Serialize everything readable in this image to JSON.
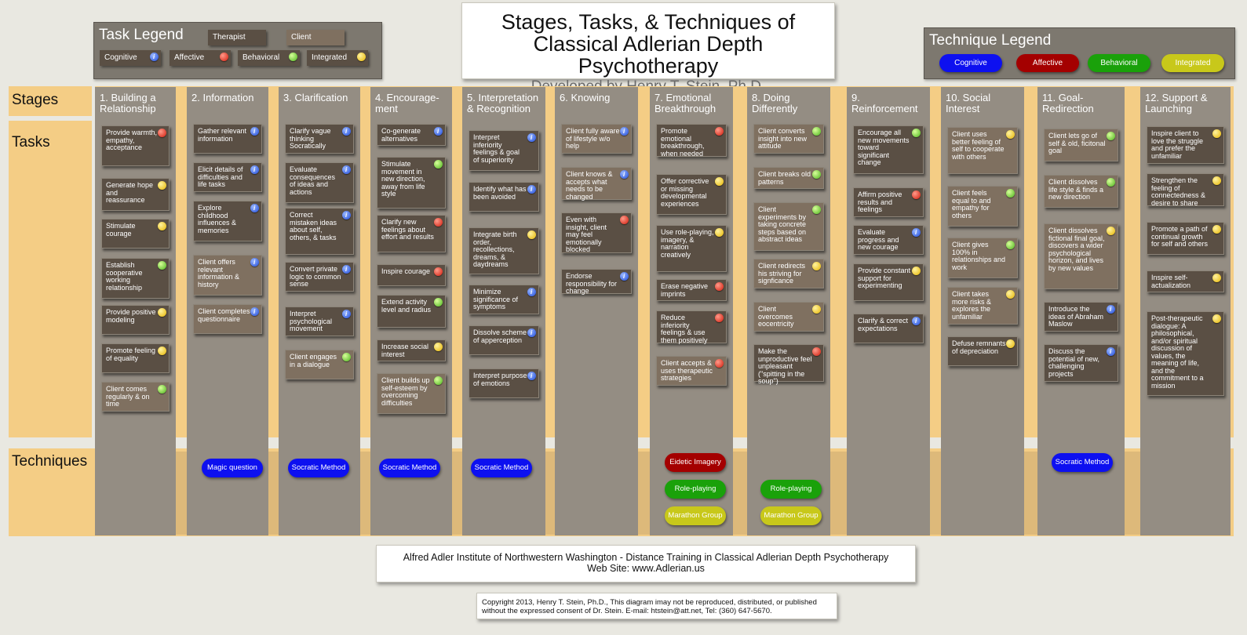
{
  "title": {
    "line1": "Stages, Tasks, & Techniques of",
    "line2": "Classical Adlerian Depth Psychotherapy",
    "subtitle": "Developed by Henry T. Stein, Ph.D."
  },
  "task_legend": {
    "title": "Task Legend",
    "therapist": "Therapist",
    "client": "Client",
    "cognitive": "Cognitive",
    "affective": "Affective",
    "behavioral": "Behavioral",
    "integrated": "Integrated"
  },
  "technique_legend": {
    "title": "Technique Legend",
    "cognitive": "Cognitive",
    "affective": "Affective",
    "behavioral": "Behavioral",
    "integrated": "Integrated"
  },
  "colors": {
    "cognitive": "#0d10f0",
    "affective": "#a40000",
    "behavioral": "#1aa10a",
    "integrated": "#c8c81a",
    "therapist_task": "#5a4f44",
    "client_task": "#7f7060",
    "column": "#948d83",
    "band": "#f4cd85"
  },
  "labels": {
    "stages": "Stages",
    "tasks": "Tasks",
    "techniques": "Techniques"
  },
  "stages": [
    {
      "title": "1. Building a Relationship",
      "tasks": [
        {
          "text": "Provide warmth, empathy, acceptance",
          "who": "therapist",
          "type": "aff"
        },
        {
          "text": "Generate hope and reassurance",
          "who": "therapist",
          "type": "int"
        },
        {
          "text": "Stimulate courage",
          "who": "therapist",
          "type": "int"
        },
        {
          "text": "Establish cooperative working relationship",
          "who": "therapist",
          "type": "beh"
        },
        {
          "text": "Provide positive modeling",
          "who": "therapist",
          "type": "int"
        },
        {
          "text": "Promote feeling of equality",
          "who": "therapist",
          "type": "int"
        },
        {
          "text": "Client comes regularly & on time",
          "who": "client",
          "type": "beh"
        }
      ],
      "techniques": []
    },
    {
      "title": "2. Information",
      "tasks": [
        {
          "text": "Gather relevant information",
          "who": "therapist",
          "type": "cog"
        },
        {
          "text": "Elicit details of difficulties and life tasks",
          "who": "therapist",
          "type": "cog"
        },
        {
          "text": "Explore childhood influences & memories",
          "who": "therapist",
          "type": "cog"
        },
        {
          "text": "Client offers relevant information & history",
          "who": "client",
          "type": "cog"
        },
        {
          "text": "Client completes questionnaire",
          "who": "client",
          "type": "cog"
        }
      ],
      "techniques": [
        {
          "text": "Magic question",
          "type": "cog"
        }
      ]
    },
    {
      "title": "3. Clarification",
      "tasks": [
        {
          "text": "Clarify vague thinking Socratically",
          "who": "therapist",
          "type": "cog"
        },
        {
          "text": "Evaluate consequences of ideas and actions",
          "who": "therapist",
          "type": "cog"
        },
        {
          "text": "Correct mistaken ideas about self, others, & tasks",
          "who": "therapist",
          "type": "cog"
        },
        {
          "text": "Convert private logic to common sense",
          "who": "therapist",
          "type": "cog"
        },
        {
          "text": "Interpret psychological movement",
          "who": "therapist",
          "type": "cog"
        },
        {
          "text": "Client engages in a dialogue",
          "who": "client",
          "type": "beh"
        }
      ],
      "techniques": [
        {
          "text": "Socratic Method",
          "type": "cog"
        }
      ]
    },
    {
      "title": "4. Encourage-ment",
      "tasks": [
        {
          "text": "Co-generate alternatives",
          "who": "therapist",
          "type": "cog"
        },
        {
          "text": "Stimulate movement in new direction, away from life style",
          "who": "therapist",
          "type": "beh"
        },
        {
          "text": "Clarify new feelings about effort and results",
          "who": "therapist",
          "type": "aff"
        },
        {
          "text": "Inspire courage",
          "who": "therapist",
          "type": "aff"
        },
        {
          "text": "Extend activity level and radius",
          "who": "therapist",
          "type": "beh"
        },
        {
          "text": "Increase social interest",
          "who": "therapist",
          "type": "int"
        },
        {
          "text": "Client builds up self-esteem by overcoming difficulties",
          "who": "client",
          "type": "beh"
        }
      ],
      "techniques": [
        {
          "text": "Socratic Method",
          "type": "cog"
        }
      ]
    },
    {
      "title": "5. Interpretation & Recognition",
      "tasks": [
        {
          "text": "Interpret inferiority feelings & goal of superiority",
          "who": "therapist",
          "type": "cog"
        },
        {
          "text": "Identify what has been avoided",
          "who": "therapist",
          "type": "cog"
        },
        {
          "text": "Integrate birth order, recollections, dreams, & daydreams",
          "who": "therapist",
          "type": "int"
        },
        {
          "text": "Minimize significance of symptoms",
          "who": "therapist",
          "type": "cog"
        },
        {
          "text": "Dissolve scheme of apperception",
          "who": "therapist",
          "type": "cog"
        },
        {
          "text": "Interpret purpose of emotions",
          "who": "therapist",
          "type": "cog"
        }
      ],
      "techniques": [
        {
          "text": "Socratic Method",
          "type": "cog"
        }
      ]
    },
    {
      "title": "6. Knowing",
      "tasks": [
        {
          "text": "Client fully aware of lifestyle w/o help",
          "who": "client",
          "type": "cog"
        },
        {
          "text": "Client knows & accepts what needs to be changed",
          "who": "client",
          "type": "cog"
        },
        {
          "text": "Even with insight, client may feel emotionally blocked",
          "who": "therapist",
          "type": "aff"
        },
        {
          "text": "Endorse responsibility for change",
          "who": "therapist",
          "type": "cog"
        }
      ],
      "techniques": []
    },
    {
      "title": "7. Emotional Breakthrough",
      "tasks": [
        {
          "text": "Promote emotional breakthrough, when needed",
          "who": "therapist",
          "type": "aff"
        },
        {
          "text": "Offer corrective or missing developmental experiences",
          "who": "therapist",
          "type": "int"
        },
        {
          "text": "Use role-playing, imagery, & narration creatively",
          "who": "therapist",
          "type": "int"
        },
        {
          "text": "Erase negative imprints",
          "who": "therapist",
          "type": "aff"
        },
        {
          "text": "Reduce inferiority feelings & use them positively",
          "who": "therapist",
          "type": "aff"
        },
        {
          "text": "Client accepts & uses therapeutic strategies",
          "who": "client",
          "type": "aff"
        }
      ],
      "techniques": [
        {
          "text": "Eidetic Imagery",
          "type": "aff"
        },
        {
          "text": "Role-playing",
          "type": "beh"
        },
        {
          "text": "Marathon Group",
          "type": "int"
        }
      ]
    },
    {
      "title": "8. Doing Differently",
      "tasks": [
        {
          "text": "Client converts insight into new attitude",
          "who": "client",
          "type": "beh"
        },
        {
          "text": "Client breaks old patterns",
          "who": "client",
          "type": "beh"
        },
        {
          "text": "Client experiments by taking concrete steps based on abstract ideas",
          "who": "client",
          "type": "beh"
        },
        {
          "text": "Client redirects his striving for signficance",
          "who": "client",
          "type": "int"
        },
        {
          "text": "Client overcomes eocentricity",
          "who": "client",
          "type": "int"
        },
        {
          "text": "Make the unproductive feel unpleasant (\"spitting in the soup\")",
          "who": "therapist",
          "type": "aff"
        }
      ],
      "techniques": [
        {
          "text": "Role-playing",
          "type": "beh"
        },
        {
          "text": "Marathon Group",
          "type": "int"
        }
      ]
    },
    {
      "title": "9. Reinforcement",
      "tasks": [
        {
          "text": "Encourage all new movements toward significant change",
          "who": "therapist",
          "type": "beh"
        },
        {
          "text": "Affirm positive results and feelings",
          "who": "therapist",
          "type": "aff"
        },
        {
          "text": "Evaluate progress and new courage",
          "who": "therapist",
          "type": "cog"
        },
        {
          "text": "Provide constant support for experimenting",
          "who": "therapist",
          "type": "int"
        },
        {
          "text": "Clarify & correct expectations",
          "who": "therapist",
          "type": "cog"
        }
      ],
      "techniques": []
    },
    {
      "title": "10. Social Interest",
      "tasks": [
        {
          "text": "Client uses better feeling of self to cooperate with others",
          "who": "client",
          "type": "int"
        },
        {
          "text": "Client feels equal to and empathy for others",
          "who": "client",
          "type": "beh"
        },
        {
          "text": "Client gives 100% in relationships and work",
          "who": "client",
          "type": "beh"
        },
        {
          "text": "Client takes more risks & explores the unfamiliar",
          "who": "client",
          "type": "int"
        },
        {
          "text": "Defuse remnants of depreciation",
          "who": "therapist",
          "type": "int"
        }
      ],
      "techniques": []
    },
    {
      "title": "11. Goal-Redirection",
      "tasks": [
        {
          "text": "Client lets go of self & old, ficitonal goal",
          "who": "client",
          "type": "beh"
        },
        {
          "text": "Client dissolves life style & finds a new direction",
          "who": "client",
          "type": "beh"
        },
        {
          "text": "Client dissolves fictional final goal, discovers a wider psychological horizon, and lives by new values",
          "who": "client",
          "type": "int"
        },
        {
          "text": "Introduce the ideas of Abraham Maslow",
          "who": "therapist",
          "type": "cog"
        },
        {
          "text": "Discuss the potential of new, challenging projects",
          "who": "therapist",
          "type": "cog"
        }
      ],
      "techniques": [
        {
          "text": "Socratic Method",
          "type": "cog"
        }
      ]
    },
    {
      "title": "12. Support & Launching",
      "tasks": [
        {
          "text": "Inspire client to love the struggle and prefer the unfamiliar",
          "who": "therapist",
          "type": "int"
        },
        {
          "text": "Strengthen the feeling of connectedness & desire to share",
          "who": "therapist",
          "type": "int"
        },
        {
          "text": "Promote a path of continual growth for self and others",
          "who": "therapist",
          "type": "int"
        },
        {
          "text": "Inspire self-actualization",
          "who": "therapist",
          "type": "int"
        },
        {
          "text": "Post-therapeutic dialogue: A philosophical, and/or spiritual discussion of values, the meaning of life, and the commitment to a mission",
          "who": "therapist",
          "type": "int"
        }
      ],
      "techniques": []
    }
  ],
  "footer": {
    "line1": "Alfred Adler Institute of Northwestern Washington - Distance Training in Classical Adlerian Depth Psychotherapy",
    "line2": "Web Site: www.Adlerian.us",
    "copyright1": "Copyright 2013, Henry T. Stein, Ph.D., This diagram imay not be reproduced, distributed, or published",
    "copyright2": "without the expressed consent of Dr. Stein.  E-mail: htstein@att.net, Tel: (360) 647-5670."
  }
}
